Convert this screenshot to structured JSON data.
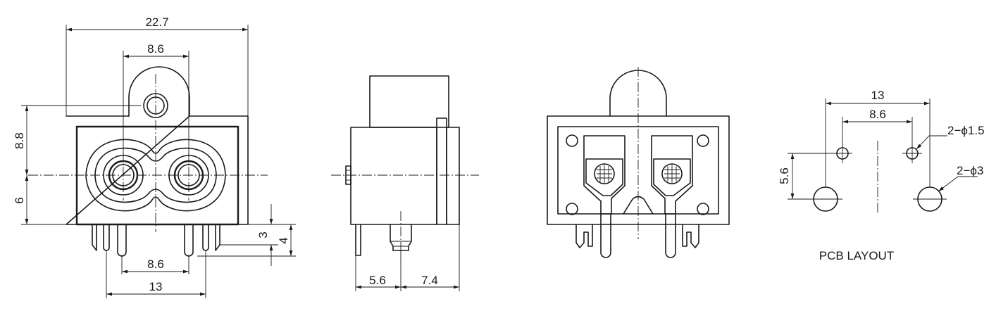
{
  "front_view": {
    "overall_width": "22.7",
    "pin_spacing_top": "8.6",
    "height_upper": "8.8",
    "height_lower": "6",
    "pin_spacing_inner": "8.6",
    "pin_spacing_outer": "13",
    "pin_length_short": "3",
    "pin_length_long": "4"
  },
  "side_view": {
    "depth_left": "5.6",
    "depth_right": "7.4"
  },
  "pcb_layout": {
    "outer_spacing": "13",
    "inner_spacing": "8.6",
    "small_hole_callout": "2−ϕ1.5",
    "large_hole_callout": "2−ϕ3",
    "row_offset": "5.6",
    "caption": "PCB LAYOUT"
  }
}
